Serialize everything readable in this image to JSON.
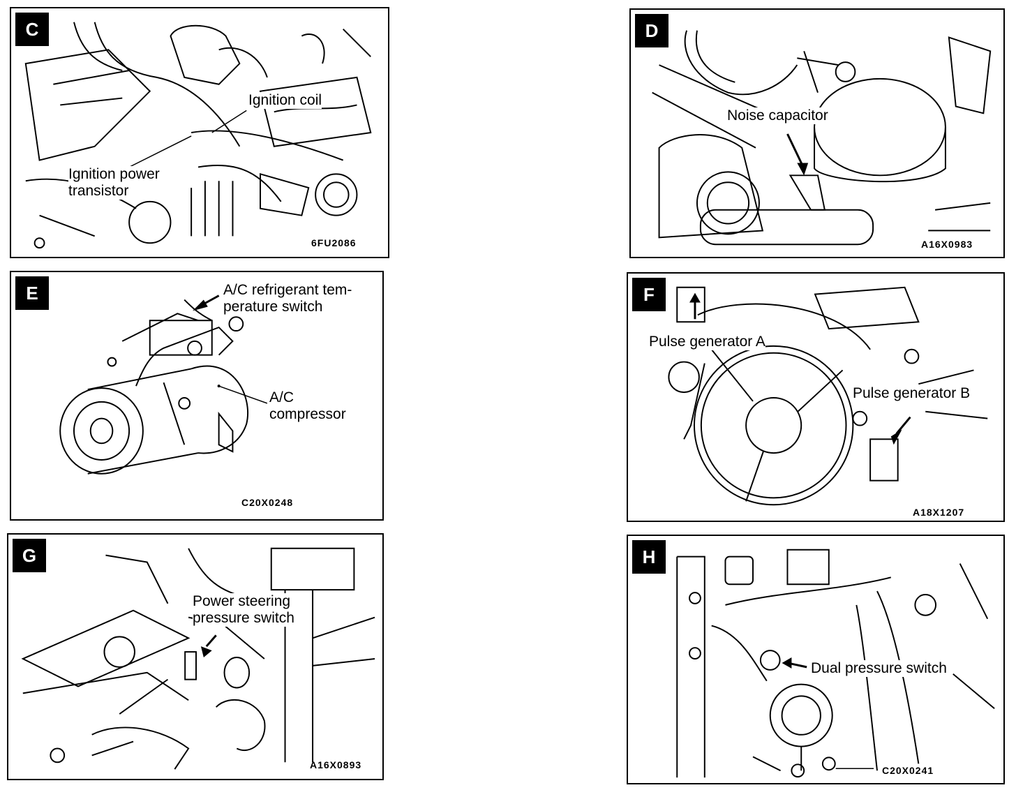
{
  "panels": {
    "c": {
      "letter": "C",
      "label_coil": "Ignition coil",
      "label_transistor": "Ignition power\ntransistor",
      "code": "6FU2086"
    },
    "d": {
      "letter": "D",
      "label_capacitor": "Noise capacitor",
      "code": "A16X0983"
    },
    "e": {
      "letter": "E",
      "label_switch": "A/C refrigerant tem-\nperature switch",
      "label_compressor": "A/C\ncompressor",
      "code": "C20X0248"
    },
    "f": {
      "letter": "F",
      "label_a": "Pulse generator A",
      "label_b": "Pulse generator B",
      "code": "A18X1207"
    },
    "g": {
      "letter": "G",
      "label_switch": "Power steering\npressure switch",
      "code": "A16X0893"
    },
    "h": {
      "letter": "H",
      "label_switch": "Dual pressure switch",
      "code": "C20X0241"
    }
  }
}
